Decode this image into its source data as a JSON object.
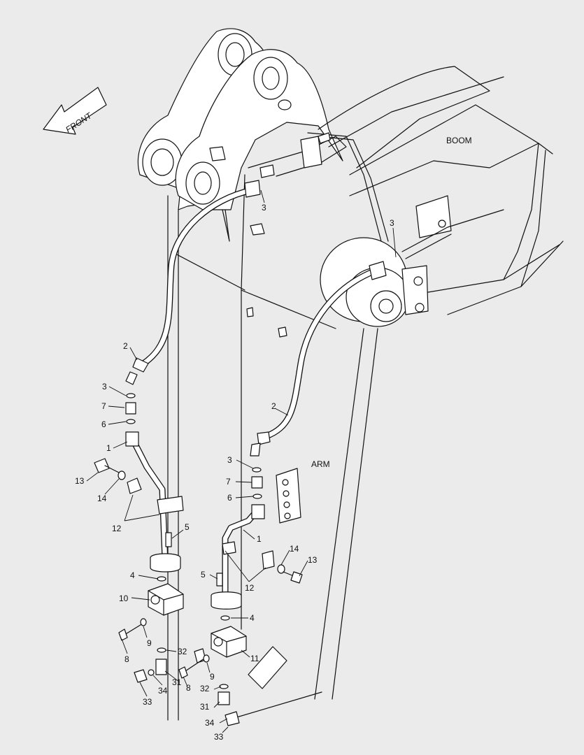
{
  "direction_label": "FRONT",
  "section_labels": {
    "boom": "BOOM",
    "arm": "ARM"
  },
  "callouts": {
    "c3a": "3",
    "c3b": "3",
    "c2l": "2",
    "c3l": "3",
    "c7l": "7",
    "c6l": "6",
    "c1l": "1",
    "c13l": "13",
    "c14l": "14",
    "c12l": "12",
    "c5l": "5",
    "c4l": "4",
    "c10": "10",
    "c9l": "9",
    "c8l": "8",
    "c32l": "32",
    "c31l": "31",
    "c34l": "34",
    "c33l": "33",
    "c2r": "2",
    "c3r": "3",
    "c7r": "7",
    "c6r": "6",
    "c1r": "1",
    "c14r": "14",
    "c13r": "13",
    "c12r": "12",
    "c5r": "5",
    "c4r": "4",
    "c11": "11",
    "c9r": "9",
    "c8r": "8",
    "c32r": "32",
    "c31r": "31",
    "c34r": "34",
    "c33r": "33"
  }
}
